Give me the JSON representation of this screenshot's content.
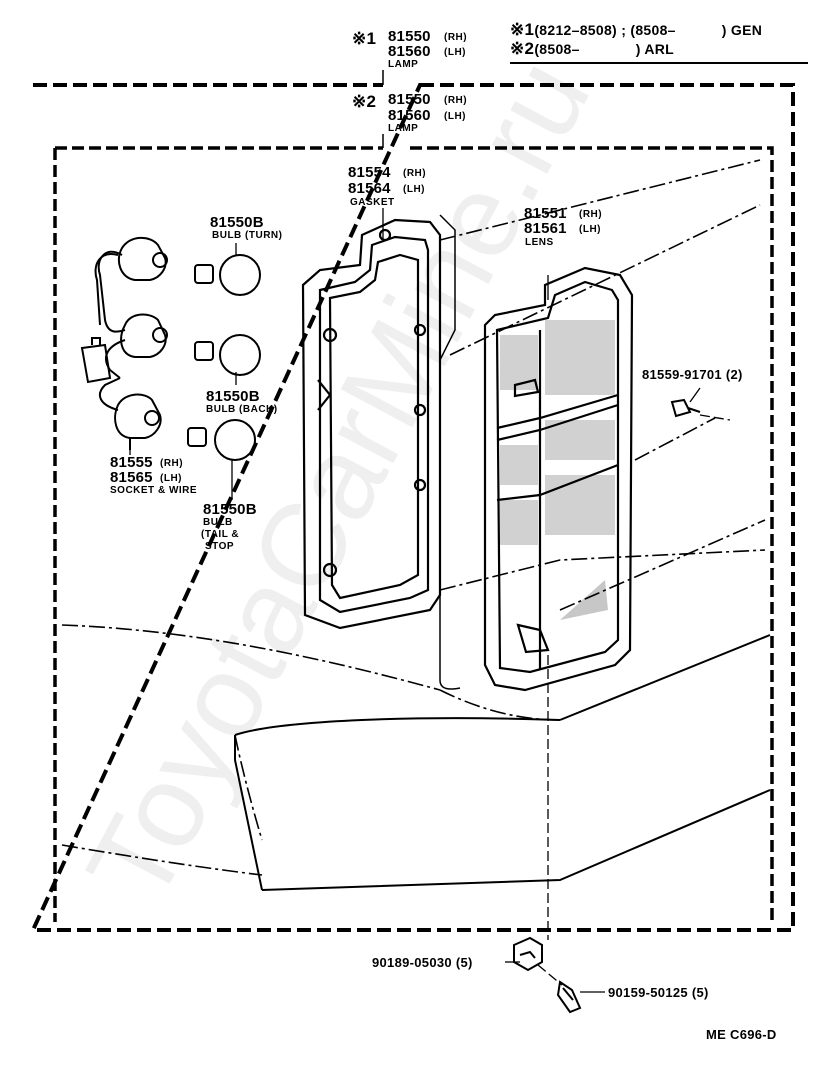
{
  "legend": {
    "line1": {
      "mark": "※1",
      "range": "(8212–8508) ; (8508–",
      "close": ") GEN"
    },
    "line2": {
      "mark": "※2",
      "range": "(8508–",
      "close": ") ARL"
    }
  },
  "lamp1": {
    "mark": "※1",
    "rh": "81550",
    "rh_tag": "(RH)",
    "lh": "81560",
    "lh_tag": "(LH)",
    "name": "LAMP"
  },
  "lamp2": {
    "mark": "※2",
    "rh": "81550",
    "rh_tag": "(RH)",
    "lh": "81560",
    "lh_tag": "(LH)",
    "name": "LAMP"
  },
  "gasket": {
    "rh": "81554",
    "rh_tag": "(RH)",
    "lh": "81564",
    "lh_tag": "(LH)",
    "name": "GASKET"
  },
  "lens": {
    "rh": "81551",
    "rh_tag": "(RH)",
    "lh": "81561",
    "lh_tag": "(LH)",
    "name": "LENS"
  },
  "bulb_turn": {
    "pn": "81550B",
    "name": "BULB (TURN)"
  },
  "bulb_back": {
    "pn": "81550B",
    "name": "BULB (BACK)"
  },
  "bulb_tail": {
    "pn": "81550B",
    "name1": "BULB",
    "name2": "(TAIL &",
    "name3": "STOP"
  },
  "socket": {
    "rh": "81555",
    "rh_tag": "(RH)",
    "lh": "81565",
    "lh_tag": "(LH)",
    "name": "SOCKET & WIRE"
  },
  "screw_lens": {
    "label": "81559-91701 (2)"
  },
  "nut": {
    "label": "90189-05030 (5)"
  },
  "screw_bottom": {
    "label": "90159-50125 (5)"
  },
  "footer": {
    "code": "ME  C696-D"
  },
  "watermark": "ToyotaCarMine.ru"
}
